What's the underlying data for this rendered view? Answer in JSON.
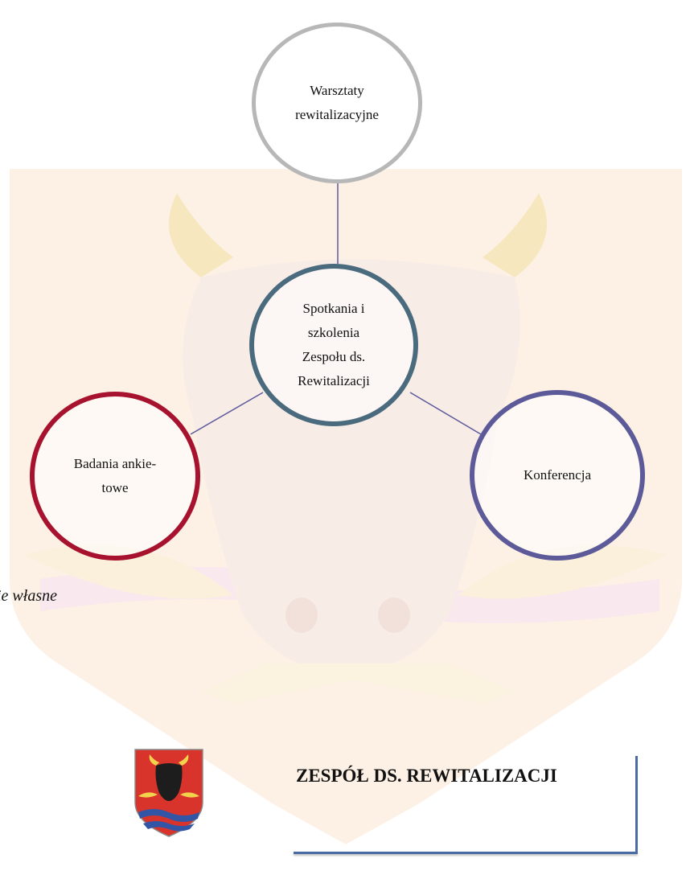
{
  "diagram": {
    "nodes": {
      "warsztaty": {
        "lines": [
          "Warsztaty",
          "rewitalizacyjne"
        ]
      },
      "spotkania": {
        "lines": [
          "Spotkania i",
          "szkolenia",
          "Zespołu ds.",
          "Rewitalizacji"
        ]
      },
      "badania": {
        "lines": [
          "Badania ankie-",
          "towe"
        ]
      },
      "konferencja": {
        "lines": [
          "Konferencja"
        ]
      }
    },
    "colors": {
      "warsztaty": "#b7b7b7",
      "spotkania": "#4a6a7e",
      "badania": "#a7132e",
      "konferencja": "#5d5a9a",
      "connector": "#5c5a9c"
    }
  },
  "source_note": "ie własne",
  "footer": {
    "title": "ZESPÓŁ DS. REWITALIZACJI",
    "rule_color": "#4a6aa3"
  },
  "watermark": {
    "icon": "coat-of-arms-bull-watermark"
  }
}
